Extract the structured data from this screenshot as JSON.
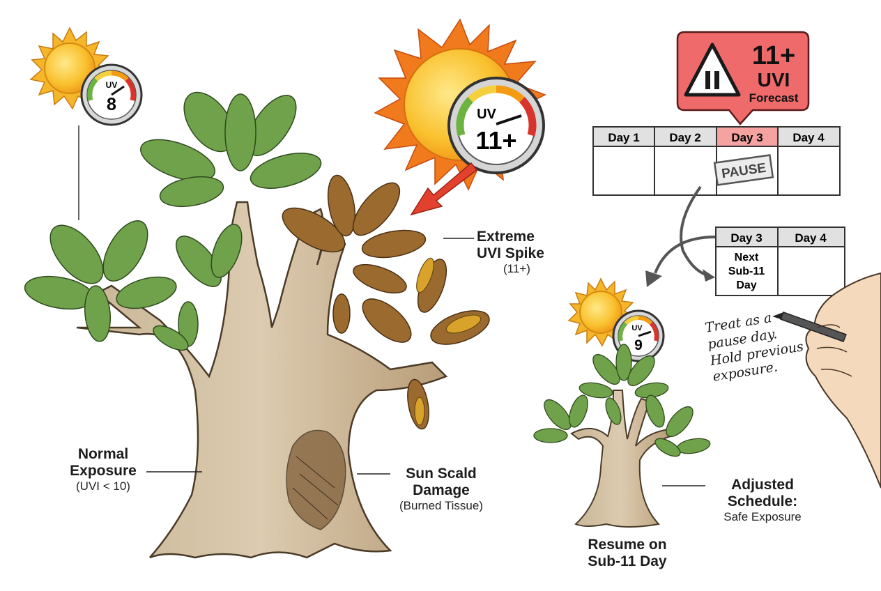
{
  "gauges": {
    "normal": {
      "label": "UV",
      "value": "8"
    },
    "spike": {
      "label": "UV",
      "value": "11+"
    },
    "adjusted": {
      "label": "UV",
      "value": "9"
    }
  },
  "forecast_alert": {
    "icon": "warning-triangle-icon",
    "value": "11+",
    "unit": "UVI",
    "caption": "Forecast",
    "color": "#e2484a"
  },
  "calendar": {
    "days": [
      "Day 1",
      "Day 2",
      "Day 3",
      "Day 4"
    ],
    "stamp": "PAUSE",
    "highlight_color": "#f4a3a0"
  },
  "mini_calendar": {
    "days": [
      "Day 3",
      "Day 4"
    ],
    "cell_line1": "Next",
    "cell_line2": "Sub-11",
    "cell_line3": "Day"
  },
  "labels": {
    "spike_title1": "Extreme",
    "spike_title2": "UVI Spike",
    "spike_sub": "(11+)",
    "normal_title1": "Normal",
    "normal_title2": "Exposure",
    "normal_sub": "(UVI < 10)",
    "damage_title1": "Sun Scald",
    "damage_title2": "Damage",
    "damage_sub": "(Burned Tissue)",
    "adjusted_title1": "Adjusted",
    "adjusted_title2": "Schedule:",
    "adjusted_sub": "Safe Exposure",
    "resume_line1": "Resume on",
    "resume_line2": "Sub-11 Day"
  },
  "handnote": {
    "line1": "Treat as a",
    "line2": "pause day.",
    "line3": "Hold previous",
    "line4": "exposure."
  }
}
